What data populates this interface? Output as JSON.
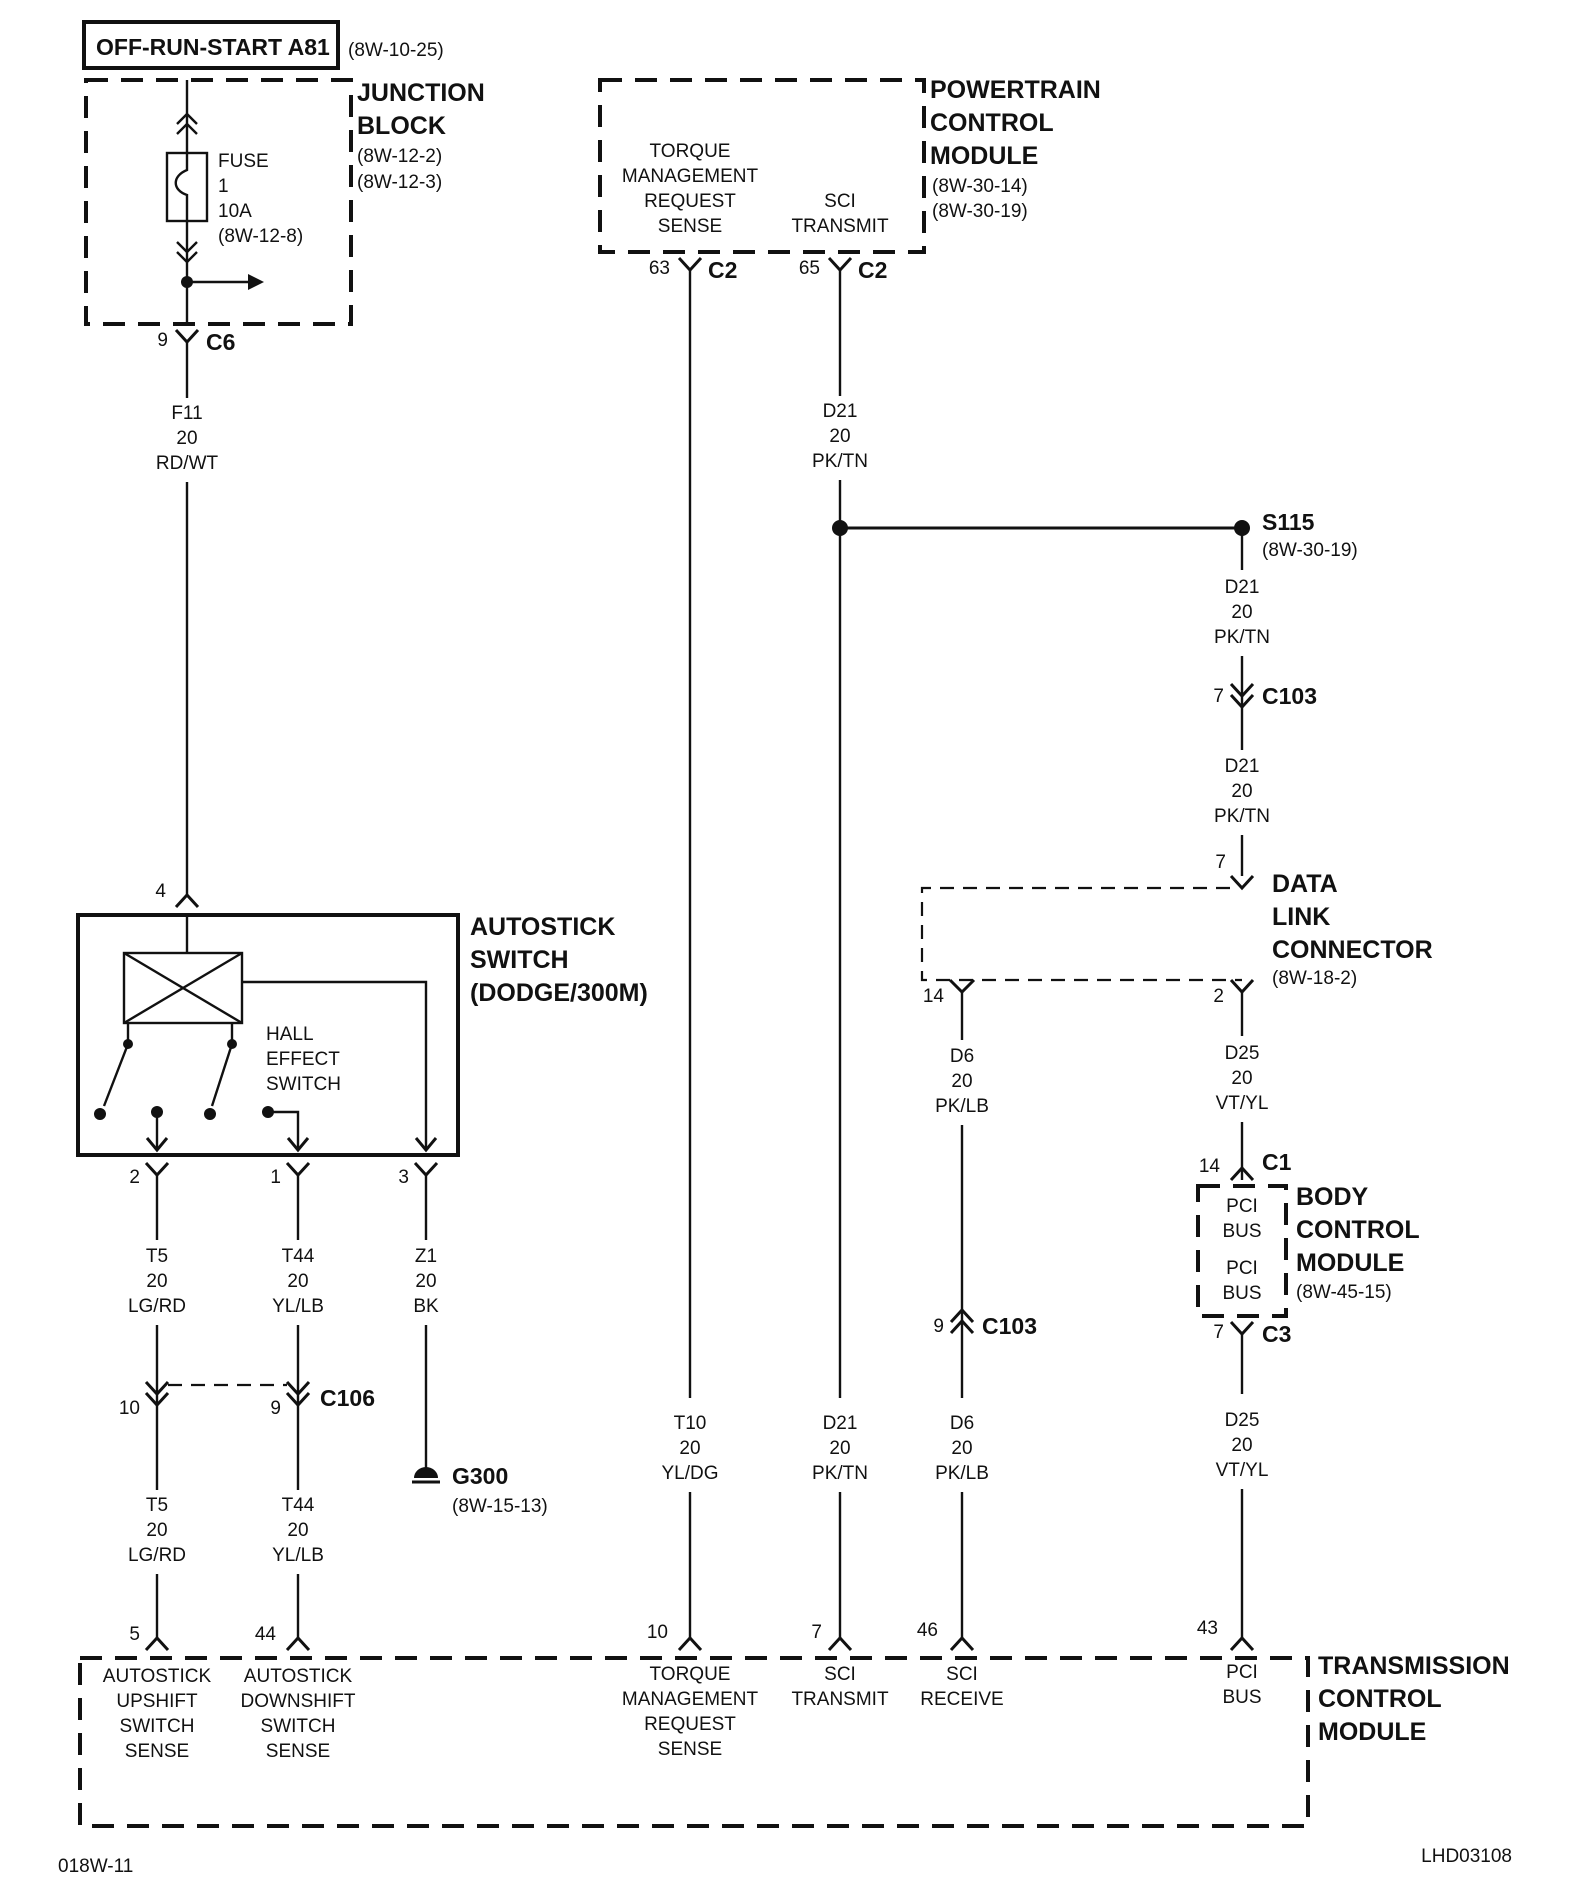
{
  "title_box": {
    "label": "OFF-RUN-START A81",
    "ref": "(8W-10-25)"
  },
  "junction_block": {
    "title": [
      "JUNCTION",
      "BLOCK"
    ],
    "refs": [
      "(8W-12-2)",
      "(8W-12-3)"
    ],
    "fuse": [
      "FUSE",
      "1",
      "10A",
      "(8W-12-8)"
    ],
    "connector": {
      "pin": "9",
      "name": "C6"
    }
  },
  "pcm": {
    "title": [
      "POWERTRAIN",
      "CONTROL",
      "MODULE"
    ],
    "refs": [
      "(8W-30-14)",
      "(8W-30-19)"
    ],
    "pin_labels": {
      "torque": [
        "TORQUE",
        "MANAGEMENT",
        "REQUEST",
        "SENSE"
      ],
      "sci": [
        "SCI",
        "TRANSMIT"
      ]
    },
    "connectors": [
      {
        "pin": "63",
        "name": "C2"
      },
      {
        "pin": "65",
        "name": "C2"
      }
    ]
  },
  "wires": {
    "f11": [
      "F11",
      "20",
      "RD/WT"
    ],
    "d21_top": [
      "D21",
      "20",
      "PK/TN"
    ],
    "d21_s115": [
      "D21",
      "20",
      "PK/TN"
    ],
    "d21_c103": [
      "D21",
      "20",
      "PK/TN"
    ],
    "d6_top": [
      "D6",
      "20",
      "PK/LB"
    ],
    "d25_top": [
      "D25",
      "20",
      "VT/YL"
    ],
    "t5_top": [
      "T5",
      "20",
      "LG/RD"
    ],
    "t44_top": [
      "T44",
      "20",
      "YL/LB"
    ],
    "z1": [
      "Z1",
      "20",
      "BK"
    ],
    "t5_bot": [
      "T5",
      "20",
      "LG/RD"
    ],
    "t44_bot": [
      "T44",
      "20",
      "YL/LB"
    ],
    "t10": [
      "T10",
      "20",
      "YL/DG"
    ],
    "d21_bot": [
      "D21",
      "20",
      "PK/TN"
    ],
    "d6_bot": [
      "D6",
      "20",
      "PK/LB"
    ],
    "d25_bot": [
      "D25",
      "20",
      "VT/YL"
    ]
  },
  "splice": {
    "name": "S115",
    "ref": "(8W-30-19)"
  },
  "c103_upper": {
    "pin": "7",
    "name": "C103"
  },
  "c103_lower": {
    "pin": "9",
    "name": "C103"
  },
  "data_link": {
    "title": [
      "DATA",
      "LINK",
      "CONNECTOR"
    ],
    "ref": "(8W-18-2)",
    "pins": {
      "top": "7",
      "left": "14",
      "right": "2"
    }
  },
  "autostick": {
    "title": [
      "AUTOSTICK",
      "SWITCH",
      "(DODGE/300M)"
    ],
    "hall": [
      "HALL",
      "EFFECT",
      "SWITCH"
    ],
    "pins": {
      "top": "4",
      "p2": "2",
      "p1": "1",
      "p3": "3"
    }
  },
  "c106": {
    "pin_left": "10",
    "pin_right": "9",
    "name": "C106"
  },
  "ground": {
    "name": "G300",
    "ref": "(8W-15-13)"
  },
  "bcm": {
    "title": [
      "BODY",
      "CONTROL",
      "MODULE"
    ],
    "ref": "(8W-45-15)",
    "pci1": [
      "PCI",
      "BUS"
    ],
    "pci2": [
      "PCI",
      "BUS"
    ],
    "c1": {
      "pin": "14",
      "name": "C1"
    },
    "c3": {
      "pin": "7",
      "name": "C3"
    }
  },
  "tcm": {
    "title": [
      "TRANSMISSION",
      "CONTROL",
      "MODULE"
    ],
    "pins": [
      {
        "pin": "5",
        "label": [
          "AUTOSTICK",
          "UPSHIFT",
          "SWITCH",
          "SENSE"
        ]
      },
      {
        "pin": "44",
        "label": [
          "AUTOSTICK",
          "DOWNSHIFT",
          "SWITCH",
          "SENSE"
        ]
      },
      {
        "pin": "10",
        "label": [
          "TORQUE",
          "MANAGEMENT",
          "REQUEST",
          "SENSE"
        ]
      },
      {
        "pin": "7",
        "label": [
          "SCI",
          "TRANSMIT"
        ]
      },
      {
        "pin": "46",
        "label": [
          "SCI",
          "RECEIVE"
        ]
      },
      {
        "pin": "43",
        "label": [
          "PCI",
          "BUS"
        ]
      }
    ]
  },
  "footer": {
    "left": "018W-11",
    "right": "LHD03108"
  }
}
